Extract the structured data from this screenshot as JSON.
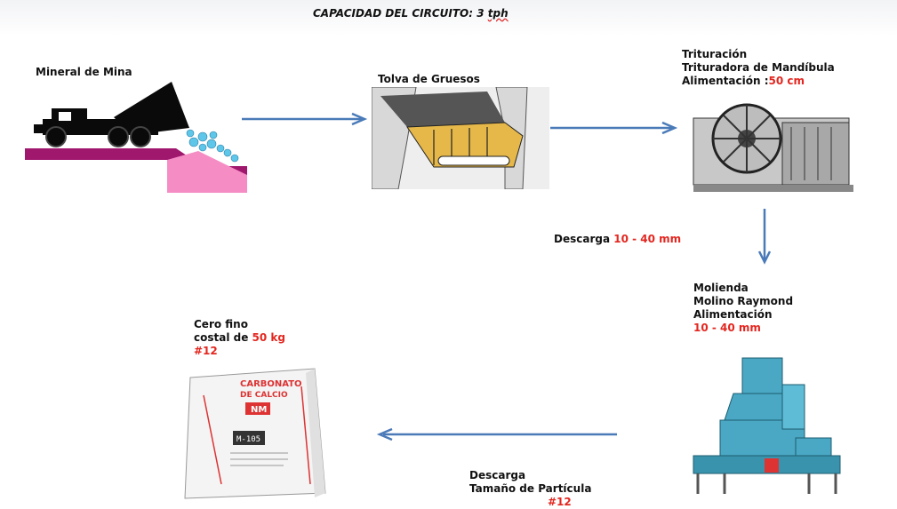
{
  "title": {
    "text": "CAPACIDAD DEL CIRCUITO: 3 ",
    "unit": "tph"
  },
  "nodes": {
    "mine": {
      "label": "Mineral de Mina"
    },
    "hopper": {
      "label": "Tolva de Gruesos"
    },
    "crusher": {
      "line1": "Trituración",
      "line2": "Trituradora de Mandíbula",
      "line3_text": "Alimentación :",
      "line3_value": "50 cm"
    },
    "crusher_discharge": {
      "text": "Descarga ",
      "value": "10 - 40 mm"
    },
    "mill": {
      "line1": "Molienda",
      "line2": "Molino Raymond",
      "line3": "Alimentación",
      "line4_value": "10 - 40 mm"
    },
    "mill_discharge": {
      "line1": "Descarga",
      "line2": "Tamaño de Partícula",
      "line3_value": "#12"
    },
    "product": {
      "line1": "Cero fino",
      "line2_text": "costal de ",
      "line2_value": "50 kg",
      "line3_value": "#12"
    }
  },
  "bag": {
    "title_line1": "CARBONATO",
    "title_line2": "DE CALCIO",
    "logo": "NM",
    "code": "M-105"
  },
  "colors": {
    "arrow": "#4a7ab8",
    "highlight": "#e3261f",
    "truck_ground": "#a0176e",
    "pile": "#f58cc4",
    "hopper": "#e6b84a",
    "mill": "#4aa8c4"
  }
}
